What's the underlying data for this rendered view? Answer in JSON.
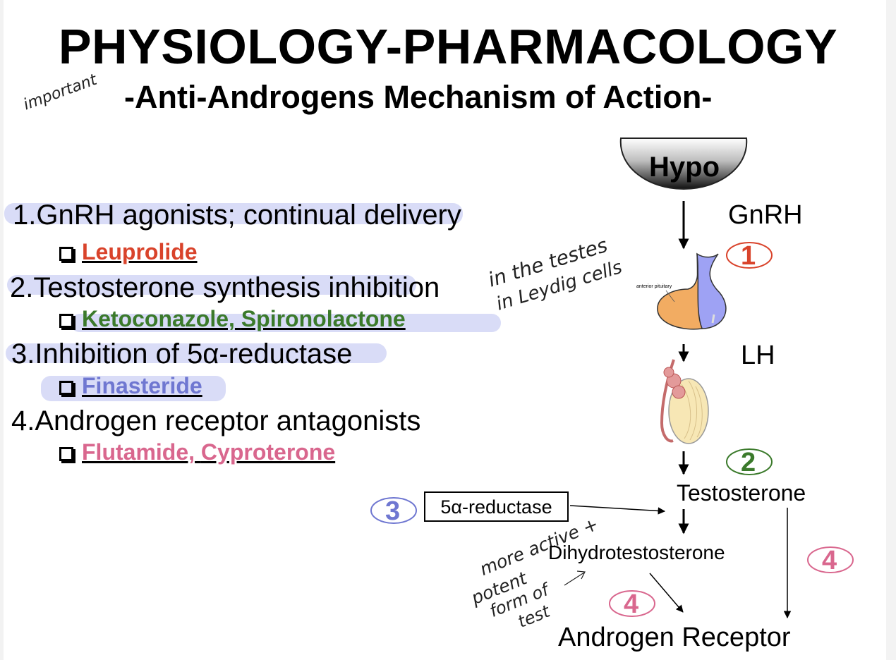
{
  "title": "PHYSIOLOGY-PHARMACOLOGY",
  "subtitle": "-Anti-Androgens Mechanism of Action-",
  "handwritten": {
    "important": "important",
    "testes_line1": "in the testes",
    "testes_line2": "in Leydig cells",
    "dht_line1": "more active +",
    "dht_line2": "potent",
    "dht_line3": "form of",
    "dht_line4": "test"
  },
  "mechanisms": [
    {
      "label": "1.GnRH agonists; continual delivery",
      "drugs": [
        "Leuprolide"
      ],
      "color": "#d9432b"
    },
    {
      "label": "2.Testosterone synthesis inhibition",
      "drugs": [
        "Ketoconazole,",
        "Spironolactone"
      ],
      "color": "#3b7a2b"
    },
    {
      "label": "3.Inhibition of 5α-reductase",
      "drugs": [
        "Finasteride"
      ],
      "color": "#6f77d1"
    },
    {
      "label": "4.Androgen receptor antagonists",
      "drugs": [
        "Flutamide,",
        "Cyproterone"
      ],
      "color": "#d9678e"
    }
  ],
  "pathway": {
    "hypo": "Hypo",
    "gnrh": "GnRH",
    "pituitary_caption": "anterior pituitary",
    "lh": "LH",
    "testosterone": "Testosterone",
    "enzyme": "5α-reductase",
    "dht": "Dihydrotestosterone",
    "receptor": "Androgen Receptor"
  },
  "site_markers": [
    {
      "num": "1",
      "color": "#d9432b"
    },
    {
      "num": "2",
      "color": "#3b7a2b"
    },
    {
      "num": "3",
      "color": "#6f77d1"
    },
    {
      "num": "4",
      "color": "#d9678e"
    },
    {
      "num": "4",
      "color": "#d9678e"
    }
  ]
}
